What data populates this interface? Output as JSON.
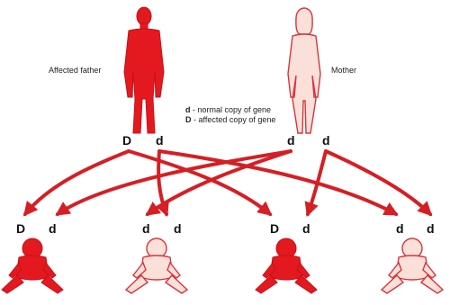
{
  "labels": {
    "father": "Affected father",
    "mother": "Mother"
  },
  "legend": {
    "normal_symbol": "d",
    "normal_text": " - normal copy of gene",
    "affected_symbol": "D",
    "affected_text": " - affected copy of gene"
  },
  "parents": {
    "father_alleles": [
      "D",
      "d"
    ],
    "mother_alleles": [
      "d",
      "d"
    ]
  },
  "children": [
    {
      "alleles": [
        "D",
        "d"
      ],
      "affected": true
    },
    {
      "alleles": [
        "d",
        "d"
      ],
      "affected": false
    },
    {
      "alleles": [
        "D",
        "d"
      ],
      "affected": true
    },
    {
      "alleles": [
        "d",
        "d"
      ],
      "affected": false
    }
  ],
  "colors": {
    "affected_fill": "#e3191f",
    "affected_stroke": "#c4121a",
    "unaffected_fill": "#fbe0da",
    "unaffected_stroke": "#d6353b",
    "arrow": "#d51f24"
  }
}
